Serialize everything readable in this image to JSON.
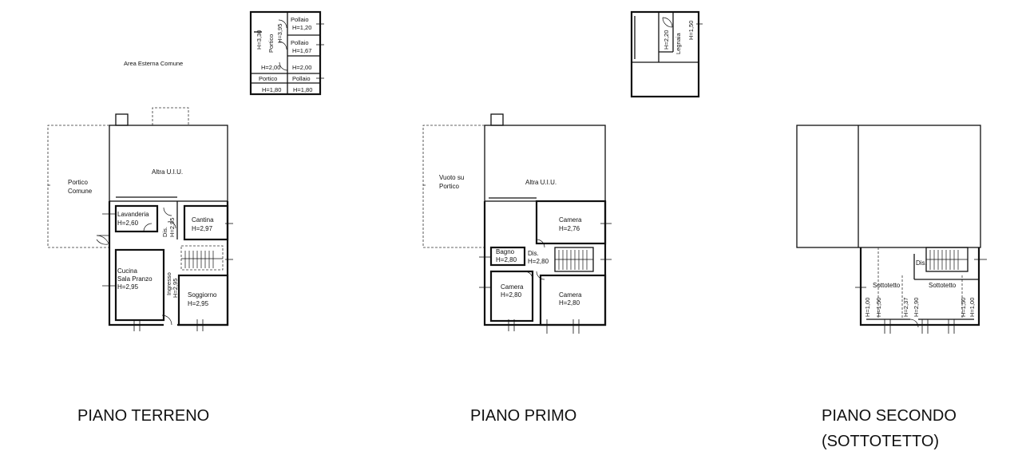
{
  "areas": {
    "area_esterna": "Area Esterna Comune",
    "portico_comune_1": "Portico",
    "portico_comune_2": "Comune",
    "altra_uiu_1": "Altra U.I.U.",
    "altra_uiu_2": "Altra U.I.U.",
    "vuoto_su_portico_1": "Vuoto su",
    "vuoto_su_portico_2": "Portico"
  },
  "annex_1": {
    "portico_h_330": "H=3,30",
    "portico_label": "Portico",
    "portico_h_395": "H=3,95",
    "pollaio_1": "Pollaio",
    "pollaio_1_h": "H=1,20",
    "pollaio_2": "Pollaio",
    "pollaio_2_h": "H=1,67",
    "h_200_a": "H=2,00",
    "h_200_b": "H=2,00",
    "portico_2": "Portico",
    "pollaio_3": "Pollaio",
    "h_180_a": "H=1,80",
    "h_180_b": "H=1,80"
  },
  "annex_2": {
    "h_220": "H=2,20",
    "legnaia": "Legnaia",
    "h_150": "H=1,50"
  },
  "ground_floor": {
    "lavanderia": "Lavanderia",
    "lavanderia_h": "H=2,60",
    "dis": "Dis.",
    "dis_h": "H=2,95",
    "cantina": "Cantina",
    "cantina_h": "H=2,97",
    "cucina_1": "Cucina",
    "cucina_2": "Sala Pranzo",
    "cucina_h": "H=2,95",
    "ingresso": "Ingresso",
    "ingresso_h": "H=2,95",
    "soggiorno": "Soggiorno",
    "soggiorno_h": "H=2,95"
  },
  "first_floor": {
    "camera_1": "Camera",
    "camera_1_h": "H=2,76",
    "bagno": "Bagno",
    "bagno_h": "H=2,80",
    "dis": "Dis.",
    "dis_h": "H=2,80",
    "camera_2": "Camera",
    "camera_2_h": "H=2,80",
    "camera_3": "Camera",
    "camera_3_h": "H=2,80"
  },
  "second_floor": {
    "dis": "Dis.",
    "sottotetto_1": "Sottotetto",
    "sottotetto_2": "Sottotetto",
    "h_100_a": "H=1,00",
    "h_150_a": "H=1,50",
    "h_237": "H=2,37",
    "h_290": "H=2,90",
    "h_150_b": "H=1,50",
    "h_100_b": "H=1,00"
  },
  "titles": {
    "piano_terreno": "PIANO TERRENO",
    "piano_primo": "PIANO PRIMO",
    "piano_secondo_1": "PIANO SECONDO",
    "piano_secondo_2": "(SOTTOTETTO)"
  }
}
